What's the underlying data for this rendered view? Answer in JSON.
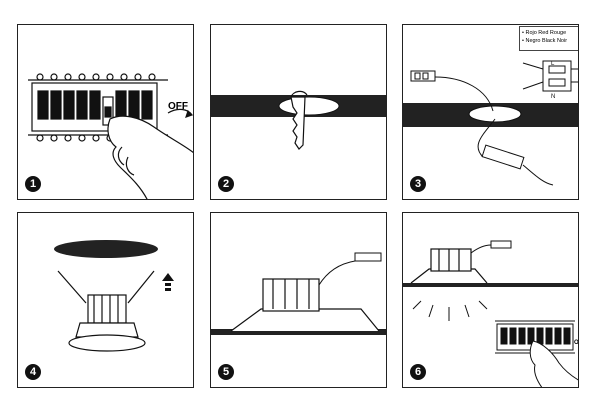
{
  "steps": [
    {
      "number": "1",
      "action_label": "OFF"
    },
    {
      "number": "2"
    },
    {
      "number": "3",
      "legend": [
        "Rojo Red Rouge",
        "Negro Black Noir"
      ],
      "terminal_labels": [
        "L",
        "N"
      ]
    },
    {
      "number": "4"
    },
    {
      "number": "5"
    },
    {
      "number": "6",
      "action_label": "ON"
    }
  ],
  "colors": {
    "ceiling": "#222222",
    "outline": "#111111",
    "background": "#ffffff"
  },
  "icons": [
    "breaker-panel-icon",
    "hand-icon",
    "ceiling-hole-icon",
    "saw-icon",
    "connector-icon",
    "driver-icon",
    "downlight-icon",
    "arrow-up-icon",
    "light-rays-icon"
  ]
}
